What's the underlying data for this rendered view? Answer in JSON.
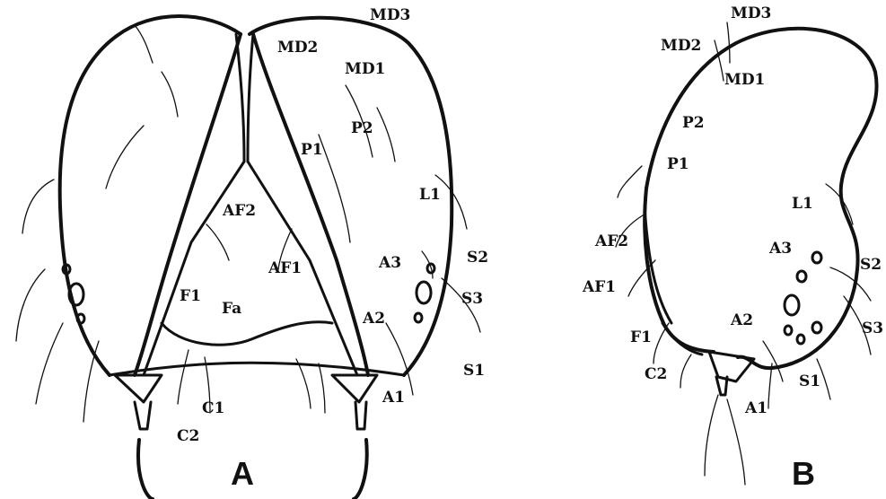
{
  "figure": {
    "panel_a": {
      "letter": "A",
      "labels": {
        "MD3": "MD3",
        "MD2": "MD2",
        "MD1": "MD1",
        "P2": "P2",
        "P1": "P1",
        "L1": "L1",
        "AF2": "AF2",
        "AF1": "AF1",
        "A3": "A3",
        "S2": "S2",
        "S3": "S3",
        "F1": "F1",
        "Fa": "Fa",
        "A2": "A2",
        "S1": "S1",
        "C1": "C1",
        "C2": "C2",
        "A1": "A1"
      }
    },
    "panel_b": {
      "letter": "B",
      "labels": {
        "MD3": "MD3",
        "MD2": "MD2",
        "MD1": "MD1",
        "P2": "P2",
        "P1": "P1",
        "L1": "L1",
        "AF2": "AF2",
        "AF1": "AF1",
        "A3": "A3",
        "S2": "S2",
        "F1": "F1",
        "A2": "A2",
        "S3": "S3",
        "C2": "C2",
        "S1": "S1",
        "A1": "A1"
      }
    }
  }
}
